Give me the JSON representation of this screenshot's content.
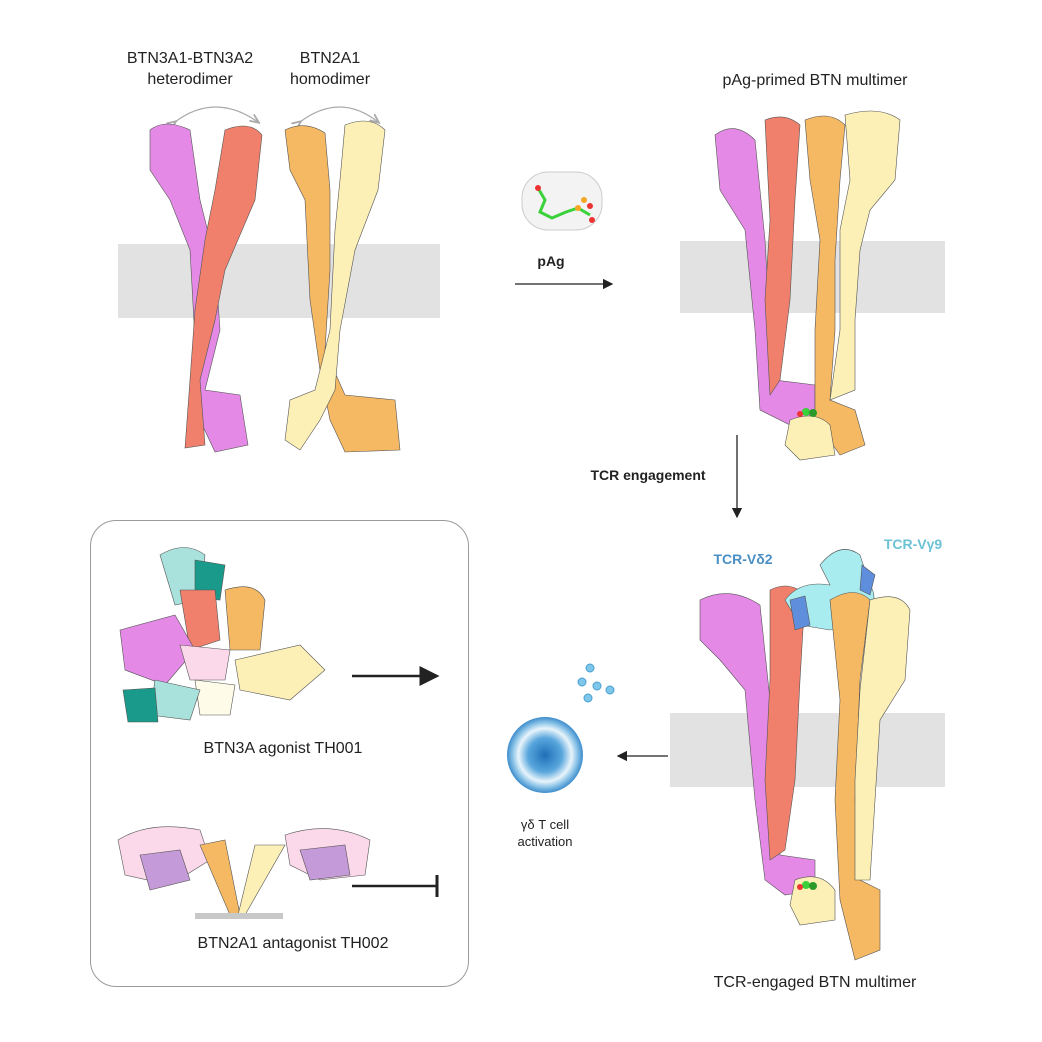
{
  "labels": {
    "heterodimer_name": "BTN3A1-BTN3A2",
    "heterodimer": "heterodimer",
    "homodimer_name": "BTN2A1",
    "homodimer": "homodimer",
    "pag_arrow": "pAg",
    "primed_title": "pAg-primed BTN multimer",
    "tcr_engagement": "TCR engagement",
    "tcr_vd2": "TCR-Vδ2",
    "tcr_vg9": "TCR-Vγ9",
    "cell_line1": "γδ T cell",
    "cell_line2": "activation",
    "engaged_title": "TCR-engaged BTN multimer",
    "agonist": "BTN3A agonist TH001",
    "antagonist": "BTN2A1 antagonist TH002"
  },
  "colors": {
    "btn3a1": "#e48ae6",
    "btn3a2": "#f07f6c",
    "btn2a1_a": "#f5b964",
    "btn2a1_b": "#fdf0b6",
    "membrane": "#e2e2e2",
    "vd2": "#5f8fdc",
    "vg9": "#a9ecef",
    "tcr_vd2_text": "#4a8fc4",
    "tcr_vg9_text": "#6cc3d6"
  }
}
